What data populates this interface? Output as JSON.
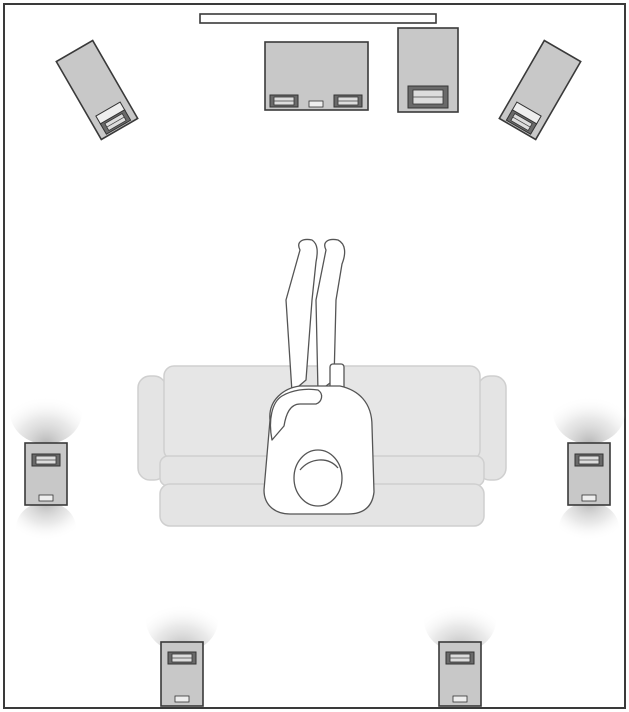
{
  "diagram": {
    "kind": "surround-speaker-layout-top-view",
    "elements": [
      "room-outline",
      "screen",
      "front-left-speaker",
      "center-speaker",
      "subwoofer",
      "front-right-speaker",
      "sofa",
      "listener",
      "surround-left-speaker",
      "surround-right-speaker",
      "surround-back-left-speaker",
      "surround-back-right-speaker"
    ],
    "colors": {
      "outline": "#3a3a3a",
      "speaker_fill": "#c8c8c8",
      "speaker_dark": "#555555",
      "sofa_fill": "#e4e4e4",
      "sofa_stroke": "#cfcfcf",
      "glow": "#bdbdbd"
    }
  }
}
